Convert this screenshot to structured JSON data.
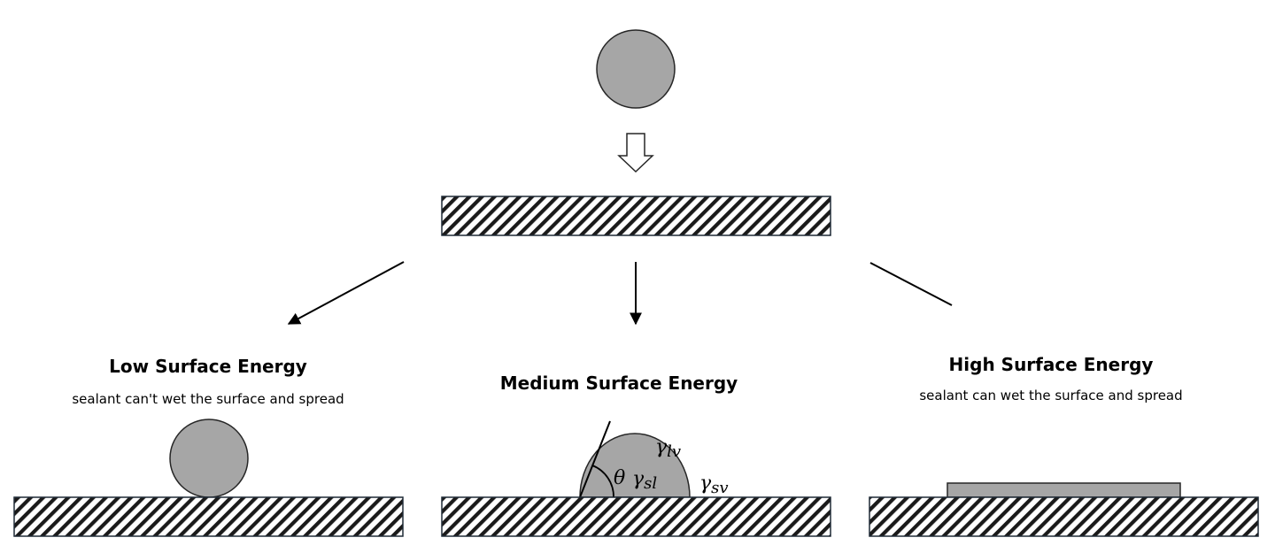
{
  "colors": {
    "droplet_fill": "#a6a6a6",
    "outline": "#262626",
    "hatch": "#1a1a1a",
    "substrate_border": "#1f2a36",
    "arrow": "#000000"
  },
  "panels": {
    "low": {
      "title": "Low Surface Energy",
      "subtitle": "sealant can't wet the surface and spread"
    },
    "medium": {
      "title": "Medium Surface Energy",
      "symbols": {
        "theta": "θ",
        "gamma_lv": "γ",
        "sub_lv": "lv",
        "gamma_sl": "γ",
        "sub_sl": "sl",
        "gamma_sv": "γ",
        "sub_sv": "sv"
      }
    },
    "high": {
      "title": "High Surface Energy",
      "subtitle": "sealant can wet the surface and spread"
    }
  },
  "icons": {
    "down_arrow": "hollow-down-arrow-icon",
    "branch_arrows": "arrow-icon"
  }
}
